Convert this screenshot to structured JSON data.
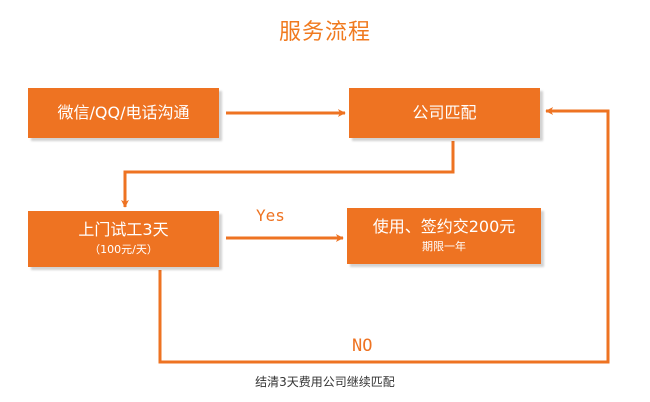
{
  "title": "服务流程",
  "nodes": {
    "contact": {
      "label": "微信/QQ/电话沟通"
    },
    "match": {
      "label": "公司匹配"
    },
    "trial": {
      "label": "上门试工3天",
      "sublabel": "（100元/天）"
    },
    "sign": {
      "label": "使用、签约交200元",
      "sublabel": "期限一年"
    }
  },
  "edges": {
    "yes_label": "Yes",
    "no_label": "NO",
    "no_note": "结清3天费用公司继续匹配"
  },
  "colors": {
    "accent": "#ee7322",
    "title": "#f07a1f"
  }
}
